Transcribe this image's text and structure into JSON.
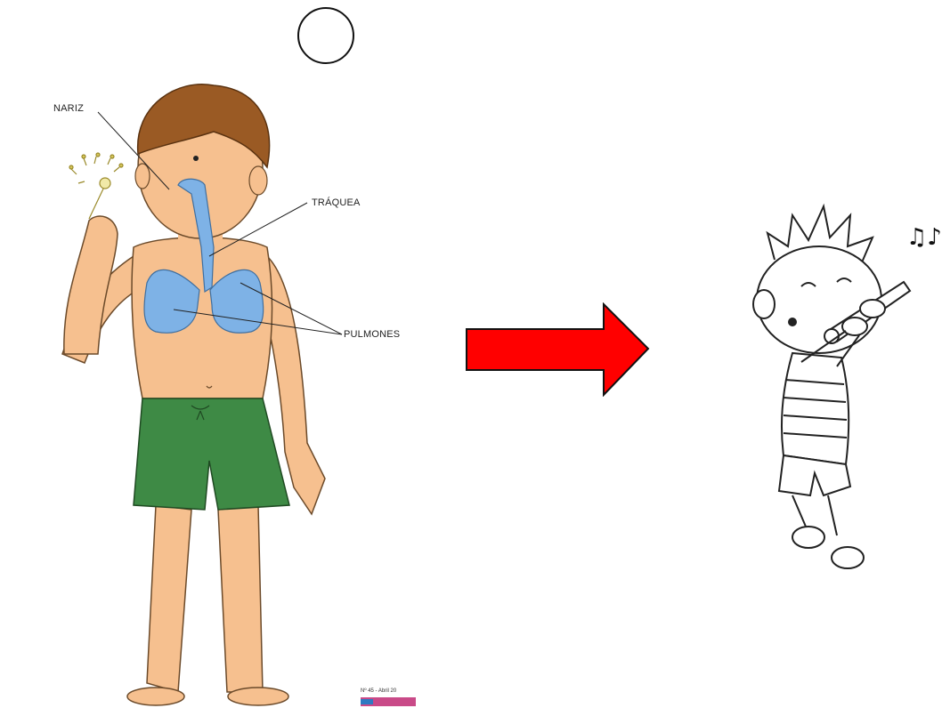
{
  "labels": {
    "nose": "NARIZ",
    "trachea": "TRÁQUEA",
    "lungs": "PULMONES"
  },
  "stamp": {
    "text": "Nº 45 - Abril 20"
  },
  "colors": {
    "arrow_fill": "#ff0000",
    "shorts": "#3e8a45",
    "skin": "#f6c08f",
    "hair": "#9a5a24",
    "lungs": "#7eb2e6"
  },
  "icons": {
    "top_circle": "empty-circle-shape",
    "arrow": "right-arrow-icon",
    "music": "music-notes-icon"
  }
}
